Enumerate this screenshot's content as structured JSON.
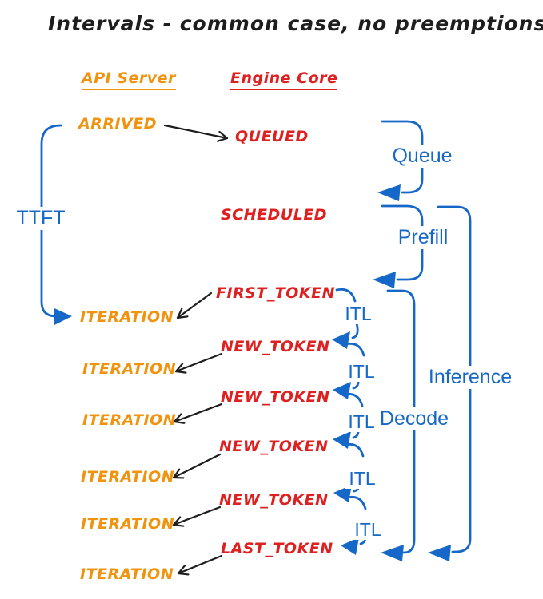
{
  "title": "Intervals - common case, no preemptions",
  "colors": {
    "orange": "#f0930f",
    "red": "#df2020",
    "blue": "#1668c8",
    "black": "#1e1e1e",
    "background": "#ffffff"
  },
  "columns": {
    "api_server": "API Server",
    "engine_core": "Engine Core"
  },
  "api": {
    "arrived": "ARRIVED",
    "iterations": [
      "ITERATION",
      "ITERATION",
      "ITERATION",
      "ITERATION",
      "ITERATION",
      "ITERATION"
    ]
  },
  "engine": {
    "queued": "QUEUED",
    "scheduled": "SCHEDULED",
    "first_token": "FIRST_TOKEN",
    "new_tokens": [
      "NEW_TOKEN",
      "NEW_TOKEN",
      "NEW_TOKEN",
      "NEW_TOKEN"
    ],
    "last_token": "LAST_TOKEN"
  },
  "intervals": {
    "ttft": "TTFT",
    "queue": "Queue",
    "prefill": "Prefill",
    "decode": "Decode",
    "inference": "Inference",
    "itl": [
      "ITL",
      "ITL",
      "ITL",
      "ITL",
      "ITL"
    ]
  }
}
